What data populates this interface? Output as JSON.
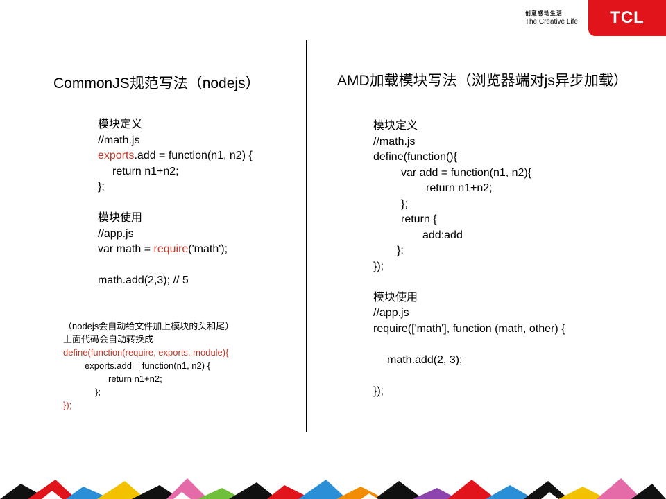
{
  "brand": {
    "tagline_cn": "创意感动生活",
    "tagline_en": "The Creative Life",
    "logo": "TCL"
  },
  "left": {
    "title": "CommonJS规范写法（nodejs）",
    "code": {
      "define_label": "模块定义",
      "file1": "//math.js",
      "exports_kw": "exports",
      "exports_rest": ".add = function(n1, n2) {",
      "ret": "return n1+n2;",
      "close": "};",
      "use_label": "模块使用",
      "file2": "//app.js",
      "var_pre": "var math = ",
      "require_kw": "require",
      "var_post": "('math');",
      "call": "math.add(2,3); // 5"
    },
    "note": {
      "line1": "（nodejs会自动给文件加上模块的头和尾）",
      "line2": "上面代码会自动转换成",
      "line3": "define(function(require, exports, module){",
      "line4": "exports.add = function(n1, n2) {",
      "line5": "return n1+n2;",
      "line6": "};",
      "line7": "});"
    }
  },
  "right": {
    "title": "AMD加载模块写法（浏览器端对js异步加载）",
    "code": {
      "define_label": "模块定义",
      "file1": "//math.js",
      "l1": "define(function(){",
      "l2": "var add = function(n1, n2){",
      "l3": "return n1+n2;",
      "l4": "};",
      "l5": "return {",
      "l6": "add:add",
      "l7": "};",
      "l8": "});",
      "use_label": "模块使用",
      "file2": "//app.js",
      "l9": "require(['math'], function (math, other) {",
      "l10": "math.add(2, 3);",
      "l11": "});"
    }
  }
}
